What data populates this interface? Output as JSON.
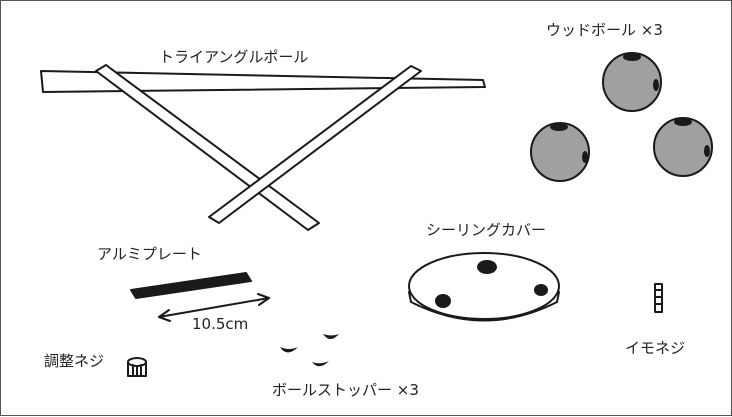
{
  "labels": {
    "triangle_pole": "トライアングルポール",
    "wood_ball": "ウッドボール ×3",
    "aluminum_plate": "アルミプレート",
    "ceiling_cover": "シーリングカバー",
    "measurement": "10.5cm",
    "adjust_screw": "調整ネジ",
    "imo_screw": "イモネジ",
    "ball_stopper": "ボールストッパー ×3"
  },
  "colors": {
    "line": "#1a1a1a",
    "ball_fill": "#a0a0a0",
    "frame": "#555555"
  }
}
